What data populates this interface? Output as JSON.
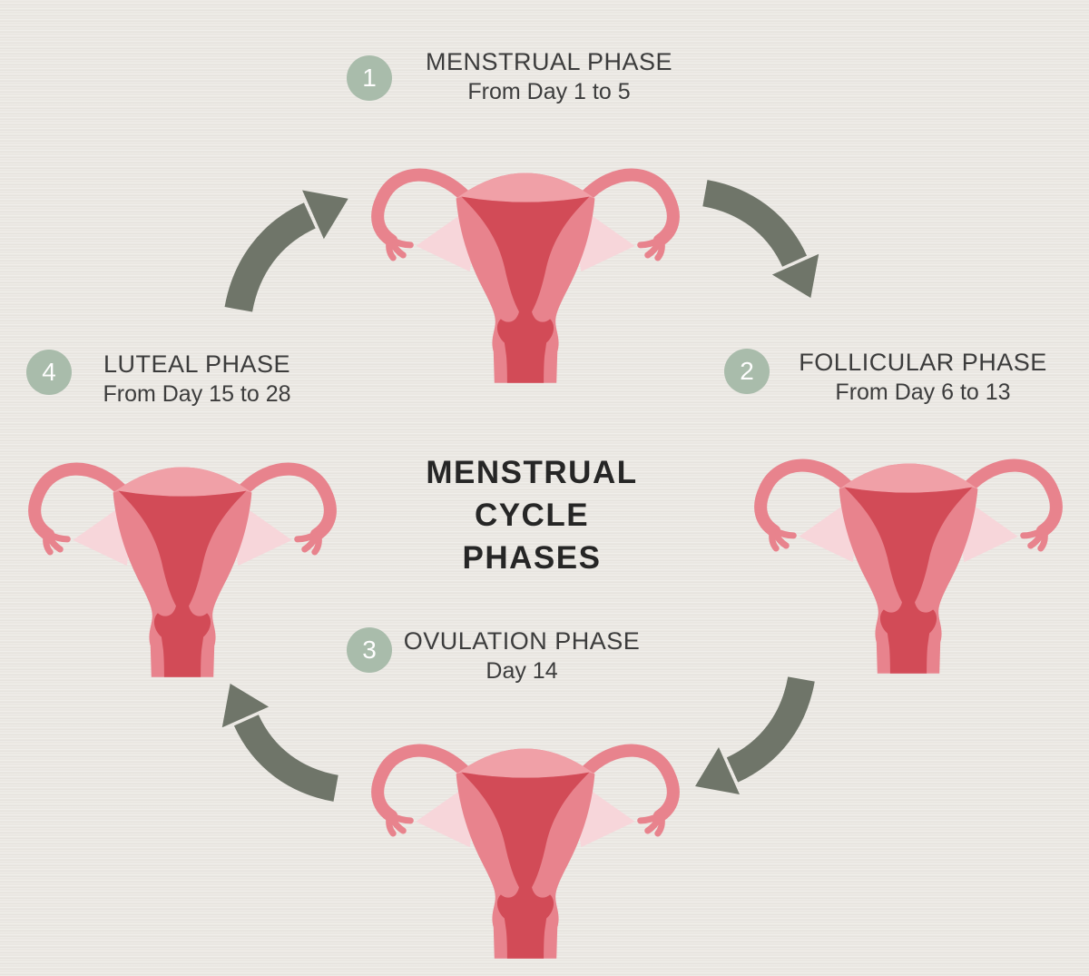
{
  "title": {
    "line1": "MENSTRUAL",
    "line2": "CYCLE PHASES"
  },
  "phases": [
    {
      "number": "1",
      "name": "MENSTRUAL PHASE",
      "days": "From Day 1 to 5",
      "position": "top"
    },
    {
      "number": "2",
      "name": "FOLLICULAR PHASE",
      "days": "From Day 6 to 13",
      "position": "right"
    },
    {
      "number": "3",
      "name": "OVULATION PHASE",
      "days": "Day 14",
      "position": "bottom"
    },
    {
      "number": "4",
      "name": "LUTEAL PHASE",
      "days": "From Day 15 to 28",
      "position": "left"
    }
  ],
  "icons": {
    "uterus": "uterus-illustration",
    "arrow": "curved-arrow"
  },
  "colors": {
    "bg": "#eae7e2",
    "text": "#3c3c3c",
    "title": "#262626",
    "badge": "#a9bcab",
    "badge_text": "#fefefe",
    "arrow": "#6f7569",
    "uterus_pink": "#e8838d",
    "uterus_pink_light": "#f0a0a7",
    "uterus_pink_pale": "#f7d6da",
    "uterus_red": "#d24b57"
  }
}
